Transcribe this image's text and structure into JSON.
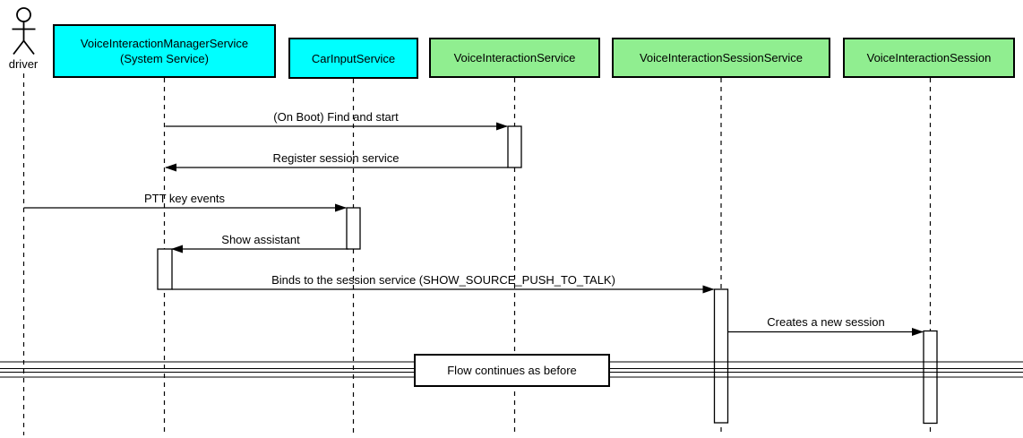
{
  "diagram_type": "uml-sequence",
  "colors": {
    "participant_fill_cyan": "#00FFFF",
    "participant_fill_green": "#90EE90",
    "border": "#000000",
    "background": "#FFFFFF"
  },
  "actor": {
    "label": "driver",
    "icon": "stick-figure"
  },
  "participants": [
    {
      "label": "VoiceInteractionManagerService",
      "sublabel": "(System Service)",
      "fill": "#00FFFF"
    },
    {
      "label": "CarInputService",
      "fill": "#00FFFF"
    },
    {
      "label": "VoiceInteractionService",
      "fill": "#90EE90"
    },
    {
      "label": "VoiceInteractionSessionService",
      "fill": "#90EE90"
    },
    {
      "label": "VoiceInteractionSession",
      "fill": "#90EE90"
    }
  ],
  "messages": [
    {
      "label": "(On Boot) Find and start",
      "from": "VoiceInteractionManagerService (System Service)",
      "to": "VoiceInteractionService",
      "direction": "right"
    },
    {
      "label": "Register session service",
      "from": "VoiceInteractionService",
      "to": "VoiceInteractionManagerService (System Service)",
      "direction": "left"
    },
    {
      "label": "PTT key events",
      "from": "driver",
      "to": "CarInputService",
      "direction": "right"
    },
    {
      "label": "Show assistant",
      "from": "CarInputService",
      "to": "VoiceInteractionManagerService (System Service)",
      "direction": "left"
    },
    {
      "label": "Binds to the session service (SHOW_SOURCE_PUSH_TO_TALK)",
      "from": "VoiceInteractionManagerService (System Service)",
      "to": "VoiceInteractionSessionService",
      "direction": "right"
    },
    {
      "label": "Creates a new session",
      "from": "VoiceInteractionSessionService",
      "to": "VoiceInteractionSession",
      "direction": "right"
    }
  ],
  "divider": {
    "label": "Flow continues as before"
  }
}
